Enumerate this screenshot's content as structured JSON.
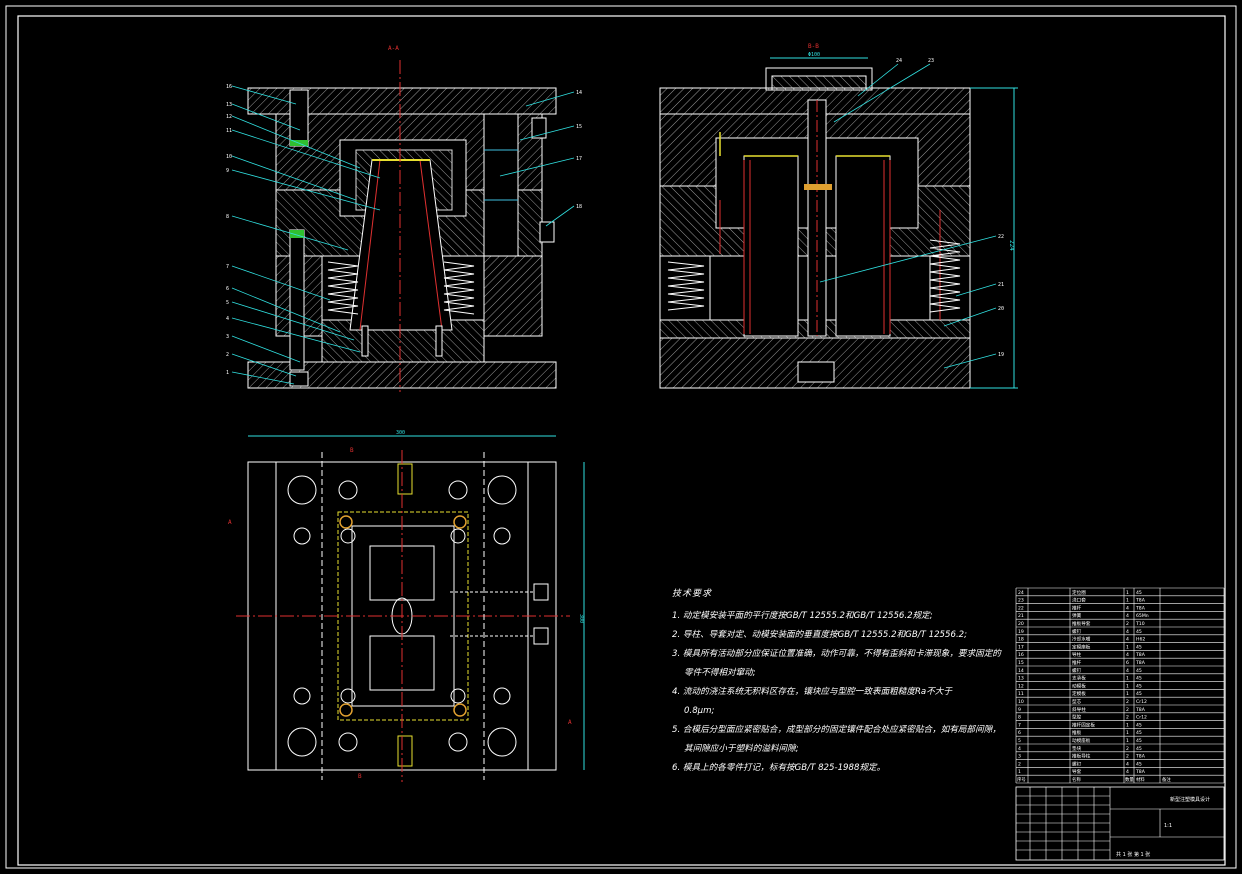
{
  "drawing": {
    "section_labels": {
      "left": "A-A",
      "right": "B-B"
    },
    "dimensions": {
      "right_top": "Φ100",
      "right_height": "224",
      "plan_width": "300",
      "plan_height": "300"
    },
    "leader_numbers_left": [
      "16",
      "13",
      "12",
      "11",
      "10",
      "9",
      "8",
      "7",
      "6",
      "5",
      "4",
      "3",
      "2",
      "1",
      "14",
      "15",
      "17",
      "18"
    ],
    "leader_numbers_right": [
      "24",
      "23",
      "22",
      "21",
      "20",
      "19"
    ],
    "cut_marks": [
      "B",
      "B",
      "A",
      "A"
    ]
  },
  "tech_requirements": {
    "title": "技术要求",
    "items": [
      "1. 动定模安装平面的平行度按GB/T 12555.2和GB/T 12556.2规定;",
      "2. 导柱、导套对定、动模安装面的垂直度按GB/T 12555.2和GB/T 12556.2;",
      "3. 模具所有活动部分应保证位置准确，动作可靠，不得有歪斜和卡滞现象，要求固定的",
      "零件不得相对窜动;",
      "4. 流动的浇注系统无积料区存在，镶块应与型腔一致表面粗糙度Ra不大于",
      "0.8μm;",
      "5. 合模后分型面应紧密贴合，成型部分的固定镶件配合处应紧密贴合，如有局部间隙，",
      "其间隙应小于塑料的溢料间隙;",
      "6. 模具上的各零件打记，标有按GB/T 825-1988规定。"
    ]
  },
  "bom": {
    "rows": [
      [
        "24",
        "定位圈",
        "1",
        "45",
        ""
      ],
      [
        "23",
        "浇口套",
        "1",
        "T8A",
        ""
      ],
      [
        "22",
        "推杆",
        "4",
        "T8A",
        ""
      ],
      [
        "21",
        "弹簧",
        "4",
        "65Mn",
        ""
      ],
      [
        "20",
        "推板导套",
        "2",
        "T10",
        ""
      ],
      [
        "19",
        "螺钉",
        "4",
        "45",
        ""
      ],
      [
        "18",
        "冷却水嘴",
        "4",
        "H62",
        ""
      ],
      [
        "17",
        "定模座板",
        "1",
        "45",
        ""
      ],
      [
        "16",
        "导柱",
        "4",
        "T8A",
        ""
      ],
      [
        "15",
        "推杆",
        "6",
        "T8A",
        ""
      ],
      [
        "14",
        "螺钉",
        "4",
        "45",
        ""
      ],
      [
        "13",
        "支承板",
        "1",
        "45",
        ""
      ],
      [
        "12",
        "动模板",
        "1",
        "45",
        ""
      ],
      [
        "11",
        "定模板",
        "1",
        "45",
        ""
      ],
      [
        "10",
        "型芯",
        "2",
        "Cr12",
        ""
      ],
      [
        "9",
        "斜导柱",
        "2",
        "T8A",
        ""
      ],
      [
        "8",
        "型腔",
        "2",
        "Cr12",
        ""
      ],
      [
        "7",
        "推杆固定板",
        "1",
        "45",
        ""
      ],
      [
        "6",
        "推板",
        "1",
        "45",
        ""
      ],
      [
        "5",
        "动模座板",
        "1",
        "45",
        ""
      ],
      [
        "4",
        "垫块",
        "2",
        "45",
        ""
      ],
      [
        "3",
        "推板导柱",
        "2",
        "T8A",
        ""
      ],
      [
        "2",
        "螺钉",
        "4",
        "45",
        ""
      ],
      [
        "1",
        "导套",
        "4",
        "T8A",
        ""
      ]
    ],
    "header": [
      "序号",
      "名称",
      "数量",
      "材料",
      "备注"
    ],
    "title_block": {
      "drawing_title": "新型注塑模具设计",
      "sheet": "共 1 张 第 1 张",
      "scale": "1:1"
    }
  }
}
